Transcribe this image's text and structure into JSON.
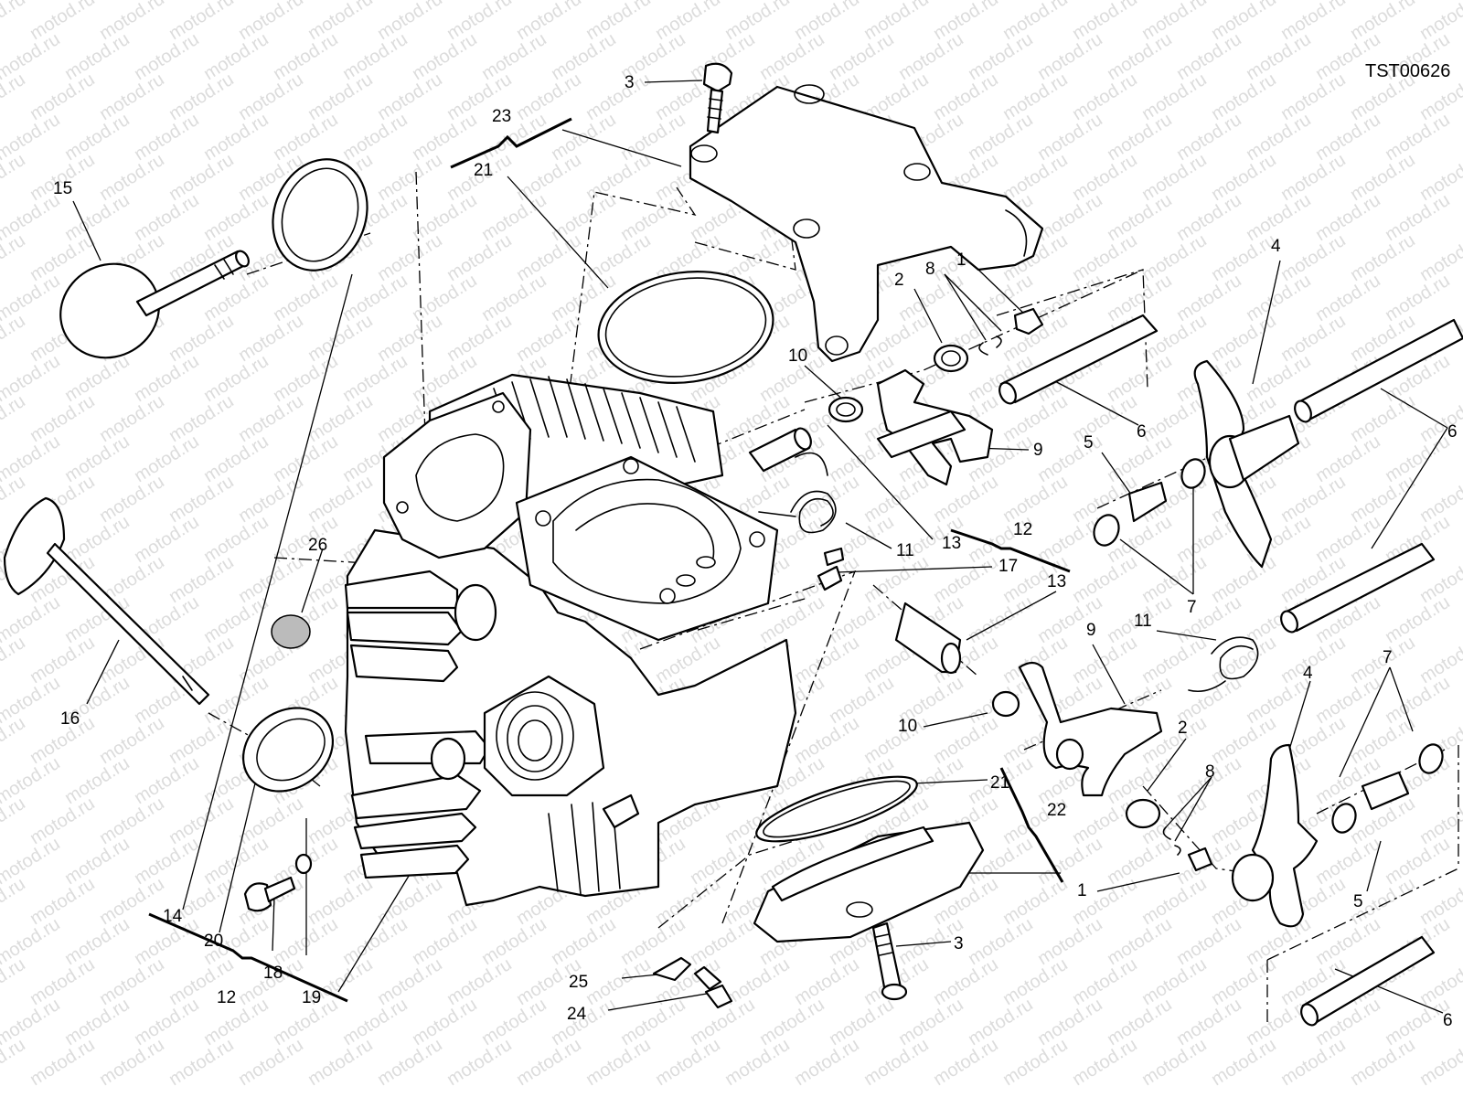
{
  "drawing_code": "TST00626",
  "watermark_text": "motod.ru",
  "colors": {
    "line": "#000000",
    "background": "#ffffff",
    "watermark": "#dcdcdc",
    "shim_fill": "#bbbbbb"
  },
  "callouts": [
    {
      "id": "c1a",
      "text": "1"
    },
    {
      "id": "c1b",
      "text": "1"
    },
    {
      "id": "c2a",
      "text": "2"
    },
    {
      "id": "c2b",
      "text": "2"
    },
    {
      "id": "c3a",
      "text": "3"
    },
    {
      "id": "c3b",
      "text": "3"
    },
    {
      "id": "c4a",
      "text": "4"
    },
    {
      "id": "c4b",
      "text": "4"
    },
    {
      "id": "c5a",
      "text": "5"
    },
    {
      "id": "c5b",
      "text": "5"
    },
    {
      "id": "c6a",
      "text": "6"
    },
    {
      "id": "c6b",
      "text": "6"
    },
    {
      "id": "c6c",
      "text": "6"
    },
    {
      "id": "c7a",
      "text": "7"
    },
    {
      "id": "c7b",
      "text": "7"
    },
    {
      "id": "c8a",
      "text": "8"
    },
    {
      "id": "c8b",
      "text": "8"
    },
    {
      "id": "c9a",
      "text": "9"
    },
    {
      "id": "c9b",
      "text": "9"
    },
    {
      "id": "c10a",
      "text": "10"
    },
    {
      "id": "c10b",
      "text": "10"
    },
    {
      "id": "c11a",
      "text": "11"
    },
    {
      "id": "c11b",
      "text": "11"
    },
    {
      "id": "c12a",
      "text": "12"
    },
    {
      "id": "c12b",
      "text": "12"
    },
    {
      "id": "c13a",
      "text": "13"
    },
    {
      "id": "c13b",
      "text": "13"
    },
    {
      "id": "c14",
      "text": "14"
    },
    {
      "id": "c15",
      "text": "15"
    },
    {
      "id": "c16",
      "text": "16"
    },
    {
      "id": "c17",
      "text": "17"
    },
    {
      "id": "c18",
      "text": "18"
    },
    {
      "id": "c19",
      "text": "19"
    },
    {
      "id": "c20",
      "text": "20"
    },
    {
      "id": "c21a",
      "text": "21"
    },
    {
      "id": "c21b",
      "text": "21"
    },
    {
      "id": "c22",
      "text": "22"
    },
    {
      "id": "c23",
      "text": "23"
    },
    {
      "id": "c24",
      "text": "24"
    },
    {
      "id": "c25",
      "text": "25"
    },
    {
      "id": "c26",
      "text": "26"
    }
  ]
}
